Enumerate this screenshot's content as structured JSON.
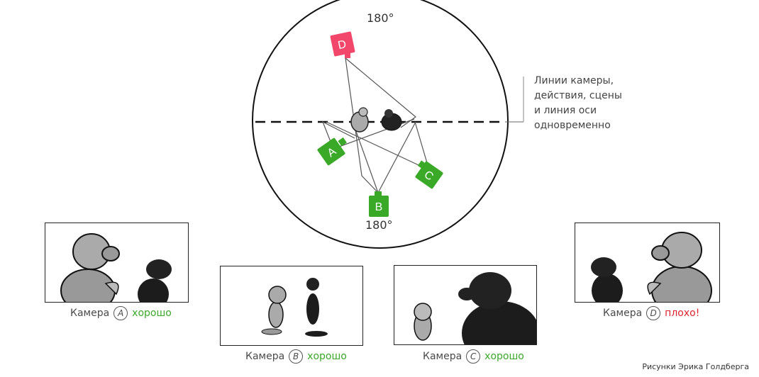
{
  "diagram": {
    "angle_top": "180°",
    "angle_bottom": "180°",
    "note_lines": [
      "Линии камеры,",
      "действия, сцены",
      "и линия оси",
      "одновременно"
    ],
    "cameras": [
      {
        "id": "D",
        "color": "#f2476a"
      },
      {
        "id": "A",
        "color": "#3aa928"
      },
      {
        "id": "B",
        "color": "#3aa928"
      },
      {
        "id": "C",
        "color": "#3aa928"
      }
    ]
  },
  "frames": [
    {
      "label": "Камера",
      "cam": "A",
      "verdict": "хорошо",
      "status": "good"
    },
    {
      "label": "Камера",
      "cam": "B",
      "verdict": "хорошо",
      "status": "good"
    },
    {
      "label": "Камера",
      "cam": "C",
      "verdict": "хорошо",
      "status": "good"
    },
    {
      "label": "Камера",
      "cam": "D",
      "verdict": "плохо!",
      "status": "bad"
    }
  ],
  "credit": "Рисунки Эрика Голдберга",
  "colors": {
    "good": "#3aa928",
    "bad": "#e0232f",
    "camera_d": "#f2476a"
  }
}
